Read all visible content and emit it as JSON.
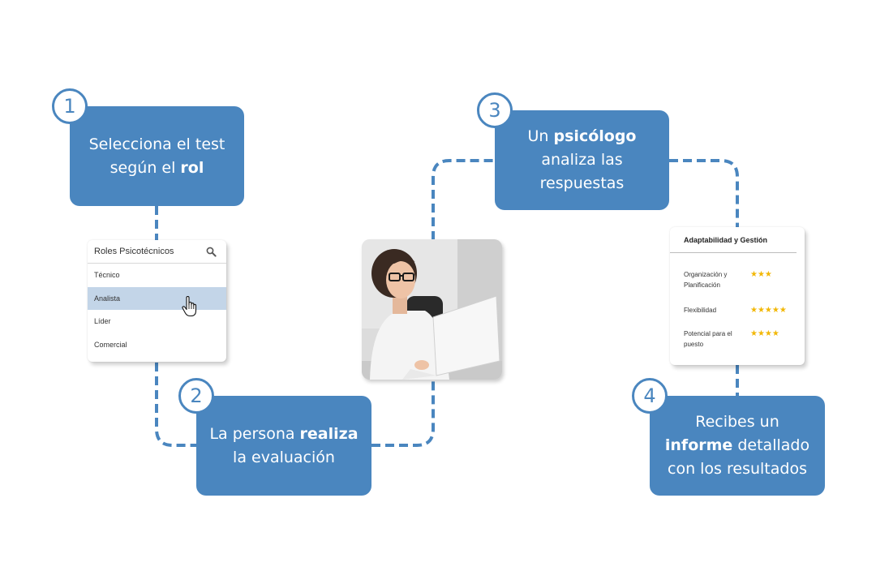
{
  "steps": [
    {
      "number": "1",
      "text_pre": "Selecciona el test según el ",
      "text_bold": "rol",
      "text_post": ""
    },
    {
      "number": "2",
      "text_pre": "La persona ",
      "text_bold": "realiza",
      "text_post": " la evaluación"
    },
    {
      "number": "3",
      "text_pre": "Un ",
      "text_bold": "psicólogo",
      "text_post": " analiza las respuestas"
    },
    {
      "number": "4",
      "text_pre": "Recibes un ",
      "text_bold": "informe",
      "text_post": " detallado con los resultados"
    }
  ],
  "selector": {
    "title": "Roles Psicotécnicos",
    "items": [
      "Técnico",
      "Analista",
      "Líder",
      "Comercial"
    ],
    "selected": "Analista"
  },
  "report": {
    "title": "Adaptabilidad y Gestión",
    "rows": [
      {
        "label": "Organización y Planificación",
        "stars": 3
      },
      {
        "label": "Flexibilidad",
        "stars": 5
      },
      {
        "label": "Potencial para el puesto",
        "stars": 4
      }
    ]
  },
  "colors": {
    "accent": "#4a86bf",
    "selected_row": "#c3d5e8",
    "star": "#f2b705"
  },
  "icons": [
    "search-icon",
    "hand-cursor-icon",
    "star-icon"
  ]
}
